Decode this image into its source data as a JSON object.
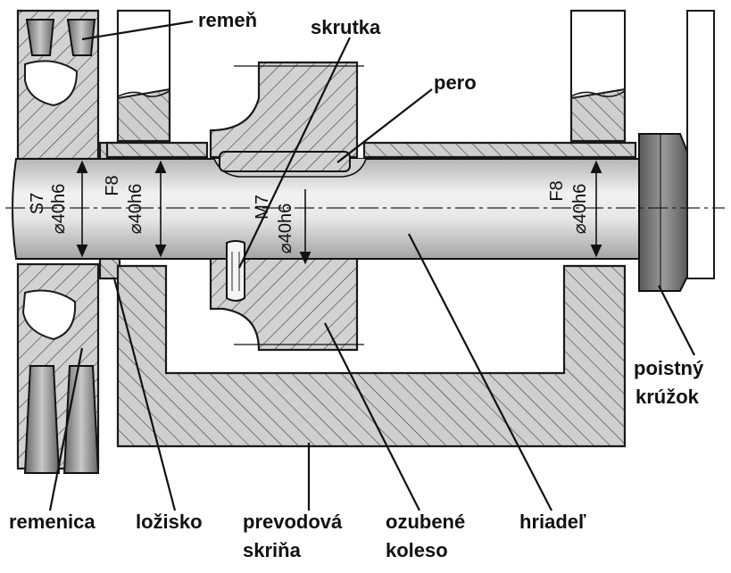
{
  "labels": {
    "remen": "remeň",
    "skrutka": "skrutka",
    "pero": "pero",
    "poistny_l1": "poistný",
    "poistny_l2": "krúžok",
    "remenica": "remenica",
    "lozisko": "ložisko",
    "prevodova_l1": "prevodová",
    "prevodova_l2": "skriňa",
    "ozubene_l1": "ozubené",
    "ozubene_l2": "koleso",
    "hriadel": "hriadeľ"
  },
  "dimensions": {
    "fit_s7": "S7",
    "dia_s7": "⌀40h6",
    "fit_f8_left": "F8",
    "dia_f8_left": "⌀40h6",
    "fit_m7": "M7",
    "dia_m7": "⌀40h6",
    "fit_f8_right": "F8",
    "dia_f8_right": "⌀40h6"
  },
  "colors": {
    "hatch_fill": "#cfcfcf",
    "shaft_light": "#efefef",
    "shaft_dark": "#a9a9a9",
    "ring_dark": "#6f6f6f",
    "outline": "#1a1a1a"
  }
}
